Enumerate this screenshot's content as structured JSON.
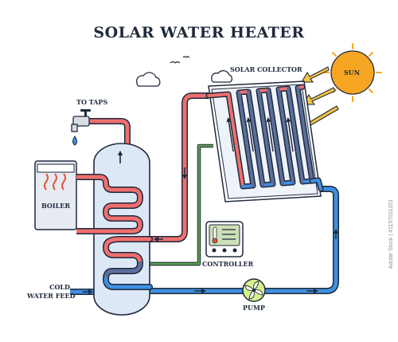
{
  "title": "SOLAR WATER HEATER",
  "labels": {
    "to_taps": "TO TAPS",
    "solar_collector": "SOLAR COLLECTOR",
    "sun": "SUN",
    "boiler": "BOILER",
    "controller": "CONTROLLER",
    "cold_water_feed_line1": "COLD",
    "cold_water_feed_line2": "WATER FEED",
    "pump": "PUMP"
  },
  "watermark": "Adobe Stock | #1197011201",
  "colors": {
    "hot_pipe": "#ef6f6f",
    "cold_pipe": "#3f8fe0",
    "control_wire": "#5aa04a",
    "outline": "#1f2a3c",
    "tank_fill": "#dce8f5",
    "sun_fill": "#f6a623",
    "sun_ray": "#f6c445"
  },
  "icons": [
    "sun-icon",
    "cloud-icon",
    "bird-icon",
    "faucet-icon",
    "water-drop-icon",
    "heat-waves-icon",
    "thermometer-icon",
    "pump-fan-icon",
    "flow-arrow-icon"
  ]
}
